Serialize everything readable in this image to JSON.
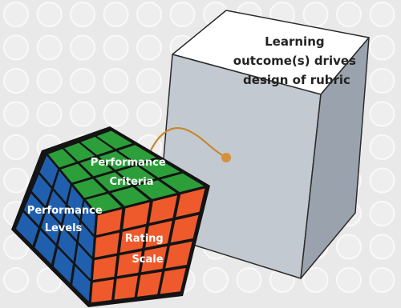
{
  "colors": {
    "background": "#e9e9e9",
    "stud_fill": "#eeeeee",
    "stud_edge": "#f9f9f9",
    "cube_top": "#ffffff",
    "cube_front": "#c3c9d0",
    "cube_right": "#9aa3ad",
    "cube_edge": "#2b2b2b",
    "connector": "#c8862d",
    "rubik_blue": "#1f5fae",
    "rubik_green": "#2c9e3a",
    "rubik_red": "#ee5a2c",
    "rubik_body": "#141414",
    "label_text": "#ffffff",
    "cube_label_text": "#222222"
  },
  "cube_label": [
    "Learning",
    "outcome(s) drives",
    "design of rubric"
  ],
  "rubik_labels": {
    "top": [
      "Performance",
      "Criteria"
    ],
    "left": [
      "Performance",
      "Levels"
    ],
    "right": [
      "Rating",
      "Scale"
    ]
  }
}
